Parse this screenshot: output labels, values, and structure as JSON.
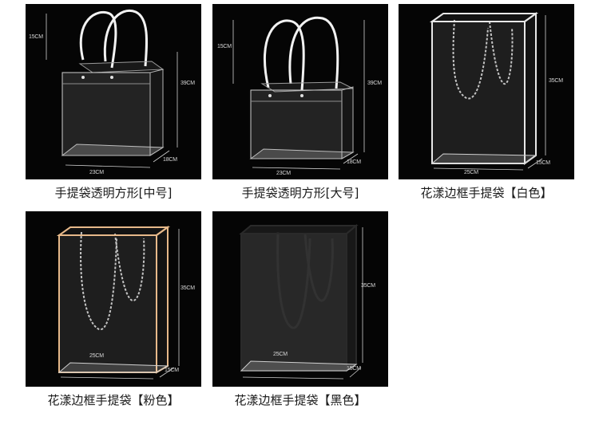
{
  "products": [
    {
      "caption": "手提袋透明方形[中号]",
      "dims": {
        "handle": "15CM",
        "height": "39CM",
        "width": "23CM",
        "depth": "18CM"
      }
    },
    {
      "caption": "手提袋透明方形[大号]",
      "dims": {
        "handle": "15CM",
        "height": "39CM",
        "width": "23CM",
        "depth": "18CM"
      }
    },
    {
      "caption": "花漾边框手提袋【白色】",
      "dims": {
        "height": "35CM",
        "width": "25CM",
        "depth": "15CM"
      },
      "frame_color": "#e8e8e8"
    },
    {
      "caption": "花漾边框手提袋【粉色】",
      "dims": {
        "height": "35CM",
        "width": "25CM",
        "depth": "15CM"
      },
      "frame_color": "#e7b98a"
    },
    {
      "caption": "花漾边框手提袋【黑色】",
      "dims": {
        "height": "35CM",
        "width": "25CM",
        "depth": "15CM"
      },
      "frame_color": "#1a1a1a"
    }
  ]
}
